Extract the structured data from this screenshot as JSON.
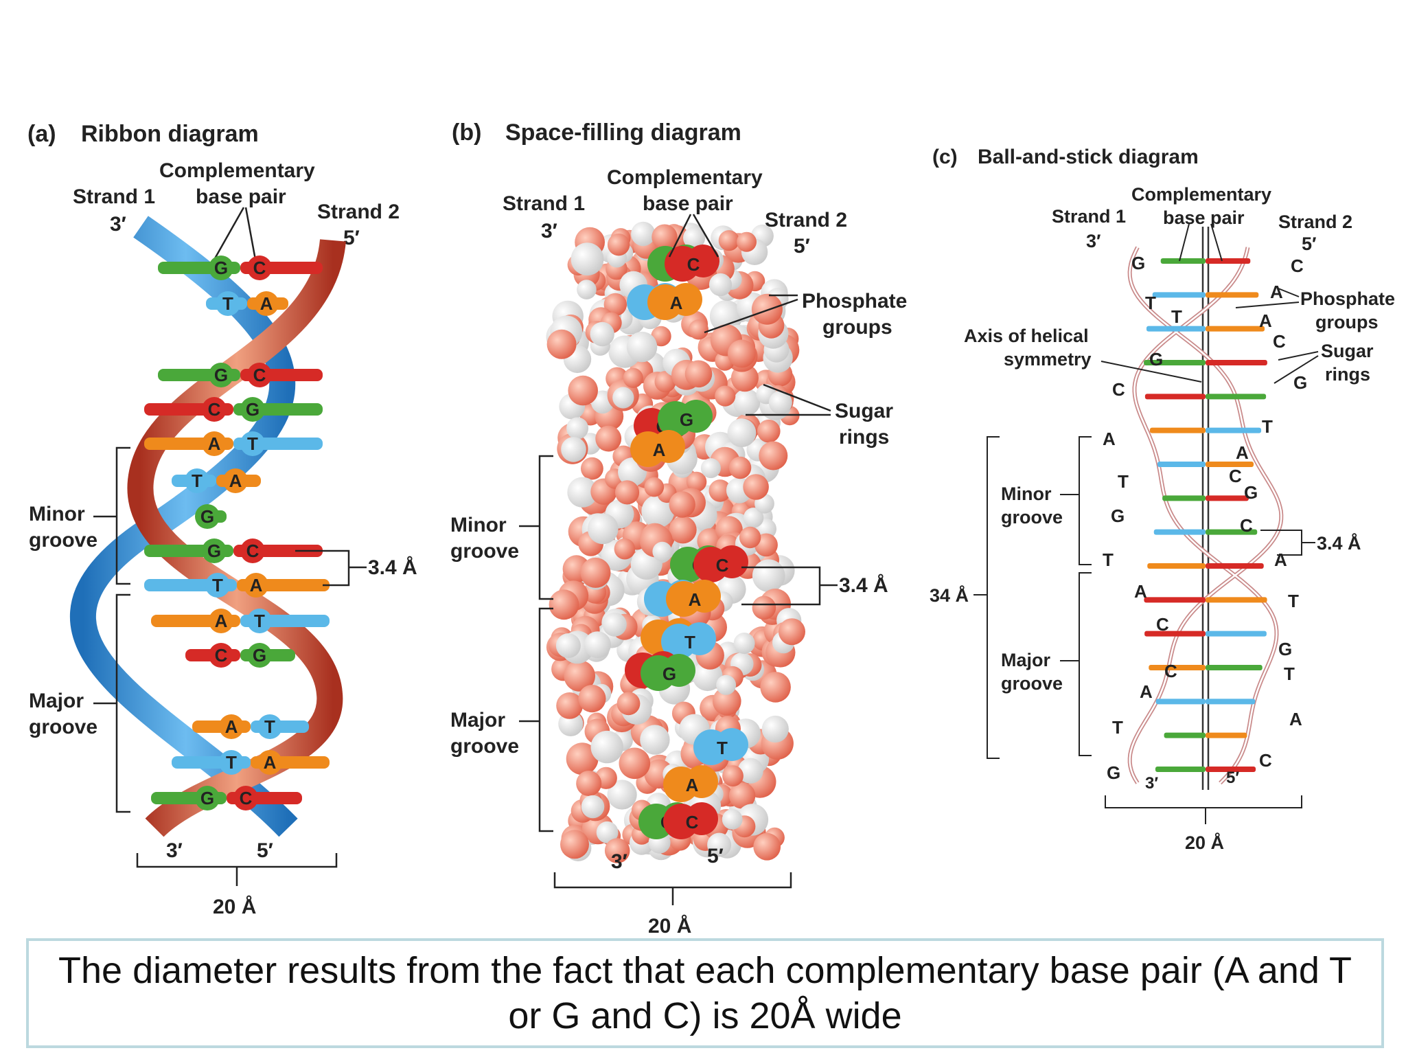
{
  "panel_a": {
    "title_letter": "(a)",
    "title": "Ribbon diagram",
    "complementary": "Complementary",
    "base_pair": "base pair",
    "strand1": "Strand 1",
    "strand2": "Strand 2",
    "end3": "3′",
    "end5": "5′",
    "minor1": "Minor",
    "minor2": "groove",
    "major1": "Major",
    "major2": "groove",
    "rise": "3.4 Å",
    "bottom3": "3′",
    "bottom5": "5′",
    "width": "20 Å",
    "pairs": [
      [
        "G",
        "C"
      ],
      [
        "T",
        "A"
      ],
      [
        "G",
        "C"
      ],
      [
        "C",
        "G"
      ],
      [
        "A",
        "T"
      ],
      [
        "T",
        "A"
      ],
      [
        "G",
        ""
      ],
      [
        "G",
        "C"
      ],
      [
        "T",
        "A"
      ],
      [
        "A",
        "T"
      ],
      [
        "C",
        "G"
      ],
      [
        "A",
        "T"
      ],
      [
        "T",
        "A"
      ],
      [
        "G",
        "C"
      ]
    ]
  },
  "panel_b": {
    "title_letter": "(b)",
    "title": "Space-filling diagram",
    "complementary": "Complementary",
    "base_pair": "base pair",
    "strand1": "Strand 1",
    "strand2": "Strand 2",
    "end3": "3′",
    "end5": "5′",
    "phosphate1": "Phosphate",
    "phosphate2": "groups",
    "sugar1": "Sugar",
    "sugar2": "rings",
    "minor1": "Minor",
    "minor2": "groove",
    "major1": "Major",
    "major2": "groove",
    "rise": "3.4 Å",
    "bottom3": "3′",
    "bottom5": "5′",
    "width": "20 Å",
    "bases": [
      "G",
      "C",
      "T",
      "A",
      "C",
      "G",
      "A",
      "G",
      "C",
      "T",
      "A",
      "A",
      "T",
      "C",
      "G",
      "T",
      "A",
      "G",
      "C"
    ]
  },
  "panel_c": {
    "title_letter": "(c)",
    "title": "Ball-and-stick diagram",
    "complementary": "Complementary",
    "base_pair": "base pair",
    "strand1": "Strand 1",
    "strand2": "Strand 2",
    "end3": "3′",
    "end5": "5′",
    "axis1": "Axis of helical",
    "axis2": "symmetry",
    "phosphate1": "Phosphate",
    "phosphate2": "groups",
    "sugar1": "Sugar",
    "sugar2": "rings",
    "minor1": "Minor",
    "minor2": "groove",
    "major1": "Major",
    "major2": "groove",
    "pitch": "34 Å",
    "rise": "3.4 Å",
    "bottom3": "3′",
    "bottom5": "5′",
    "width": "20 Å",
    "left_bases": [
      "G",
      "T",
      "T",
      "G",
      "C",
      "A",
      "T",
      "G",
      "T",
      "A",
      "C",
      "C",
      "A",
      "T",
      "G"
    ],
    "right_bases": [
      "C",
      "A",
      "A",
      "C",
      "G",
      "T",
      "A",
      "C",
      "G",
      "C",
      "A",
      "T",
      "G",
      "T",
      "A",
      "C"
    ]
  },
  "caption": "The diameter results from the fact that each complementary base pair (A and T or G and C) is 20Å wide",
  "colors": {
    "G": "#4aa83a",
    "C": "#d62a26",
    "T": "#5bb8e8",
    "A": "#ef8a1c",
    "strand_blue": "#3d8fd0",
    "strand_red": "#c8452f",
    "phosphate": "#ee8a70",
    "sugar": "#f2f2f2"
  }
}
